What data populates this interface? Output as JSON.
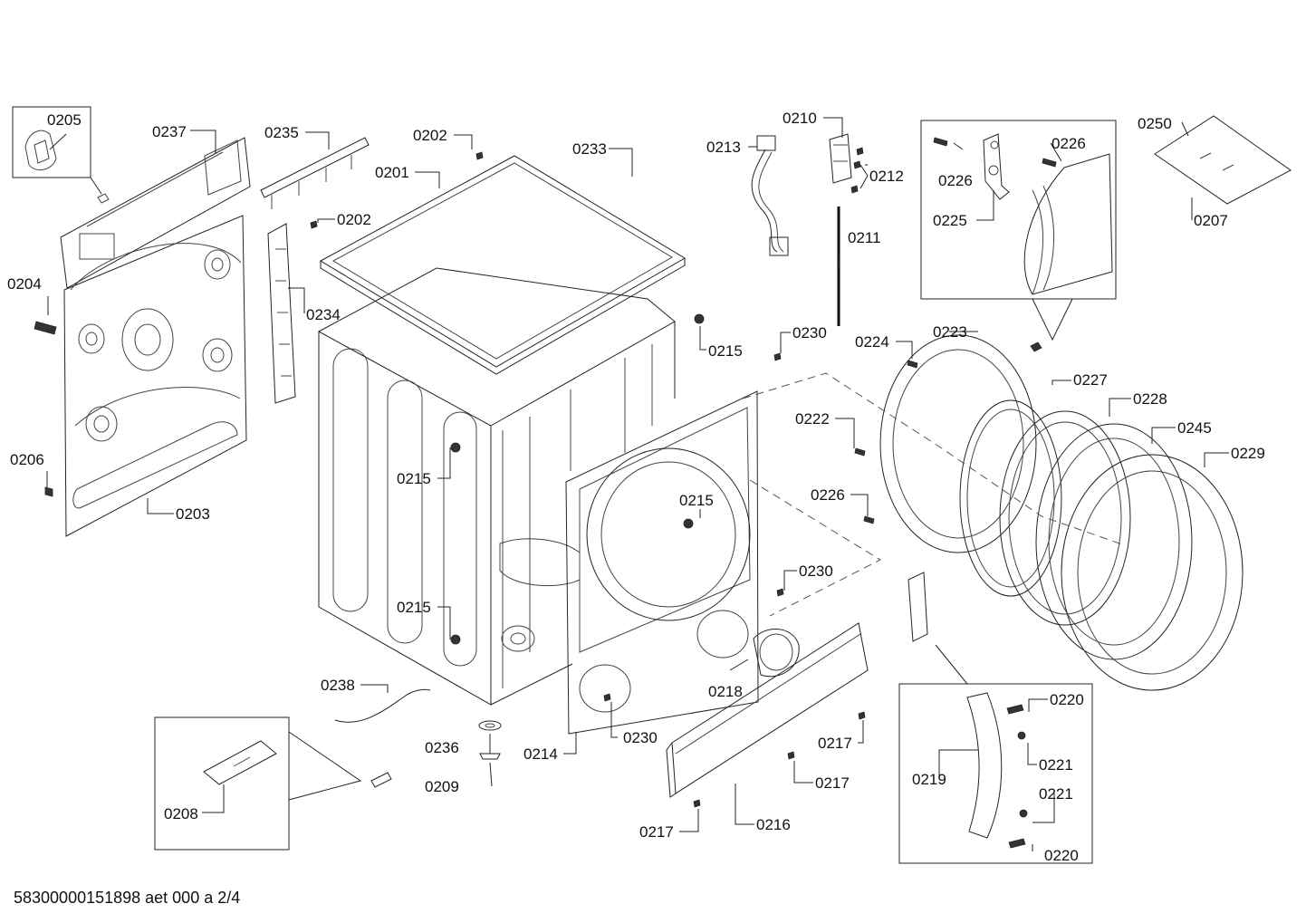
{
  "document": {
    "reference": "58300000151898 aet 000 a 2/4"
  },
  "callouts": [
    "0205",
    "0237",
    "0235",
    "0202",
    "0201",
    "0233",
    "0213",
    "0210",
    "0212",
    "0226",
    "0250",
    "0226",
    "0225",
    "0207",
    "0202",
    "0211",
    "0204",
    "0234",
    "0215",
    "0230",
    "0224",
    "0223",
    "0227",
    "0228",
    "0222",
    "0245",
    "0229",
    "0215",
    "0215",
    "0226",
    "0206",
    "0203",
    "0230",
    "0215",
    "0218",
    "0230",
    "0238",
    "0236",
    "0214",
    "0217",
    "0220",
    "0221",
    "0219",
    "0209",
    "0217",
    "0221",
    "0208",
    "0217",
    "0216",
    "0220"
  ]
}
